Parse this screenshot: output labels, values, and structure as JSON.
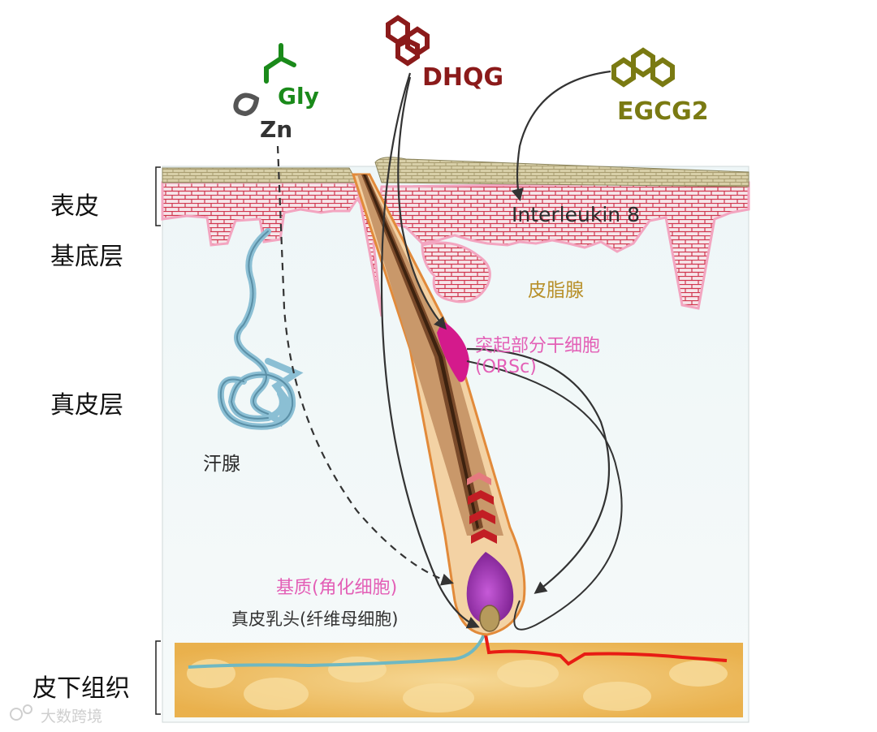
{
  "layers": {
    "epidermis": "表皮",
    "basal": "基底层",
    "dermis": "真皮层",
    "subcutis": "皮下组织"
  },
  "structures": {
    "sweat_gland": "汗腺",
    "sebaceous_gland": "皮脂腺",
    "bulge_line1": "突起部分干细胞",
    "bulge_line2": "(ORSc)",
    "matrix": "基质(角化细胞)",
    "papilla": "真皮乳头(纤维母细胞)",
    "interleukin": "Interleukin 8"
  },
  "molecules": {
    "gly": "Gly",
    "zn": "Zn",
    "dhqg": "DHQG",
    "egcg2": "EGCG2"
  },
  "colors": {
    "gly": "#1a8a1a",
    "zn": "#333333",
    "dhqg": "#8b1a1a",
    "egcg2": "#7a7a12",
    "pink_label": "#e35fb6",
    "gold_label": "#b8902a"
  },
  "watermark": "大数跨境"
}
